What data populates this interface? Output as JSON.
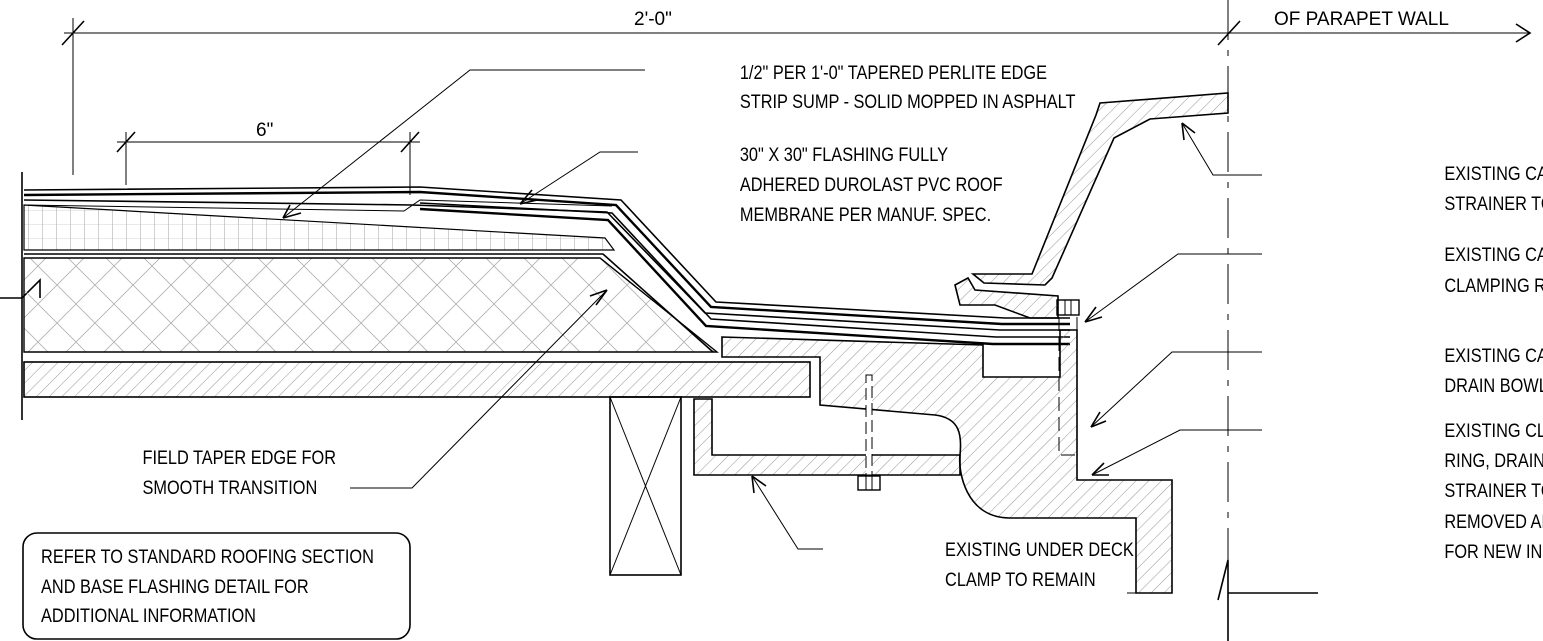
{
  "dimensions": {
    "overall": "2'-0\"",
    "edge_strip": "6\"",
    "parapet_ref": "OF PARAPET WALL"
  },
  "callouts": {
    "perlite": [
      "1/2\" PER 1'-0\" TAPERED PERLITE EDGE",
      "STRIP SUMP - SOLID MOPPED IN ASPHALT"
    ],
    "flashing": [
      "30\" X 30\" FLASHING FULLY",
      "ADHERED DUROLAST PVC ROOF",
      "MEMBRANE PER MANUF. SPEC."
    ],
    "strainer": [
      "EXISTING CAST IRON",
      "STRAINER TO REMAIN"
    ],
    "clamping_ring": [
      "EXISTING CAST IRON",
      "CLAMPING RING TO REMAIN"
    ],
    "drain_bowl": [
      "EXISTING CAST IRON",
      "DRAIN BOWL TO REMAIN"
    ],
    "clamp_assembly": [
      "EXISTING CLAMP, CLAMP",
      "RING, DRAIN BOWL AND",
      "STRAINER TO BE",
      "REMOVED AND MODIFIED",
      "FOR NEW INSTALLATION."
    ],
    "field_taper": [
      "FIELD TAPER EDGE FOR",
      "SMOOTH TRANSITION"
    ],
    "under_deck_clamp": [
      "EXISTING UNDER DECK",
      "CLAMP TO REMAIN"
    ]
  },
  "reference_note": [
    "REFER TO STANDARD ROOFING SECTION",
    "AND BASE FLASHING DETAIL FOR",
    "ADDITIONAL INFORMATION"
  ]
}
